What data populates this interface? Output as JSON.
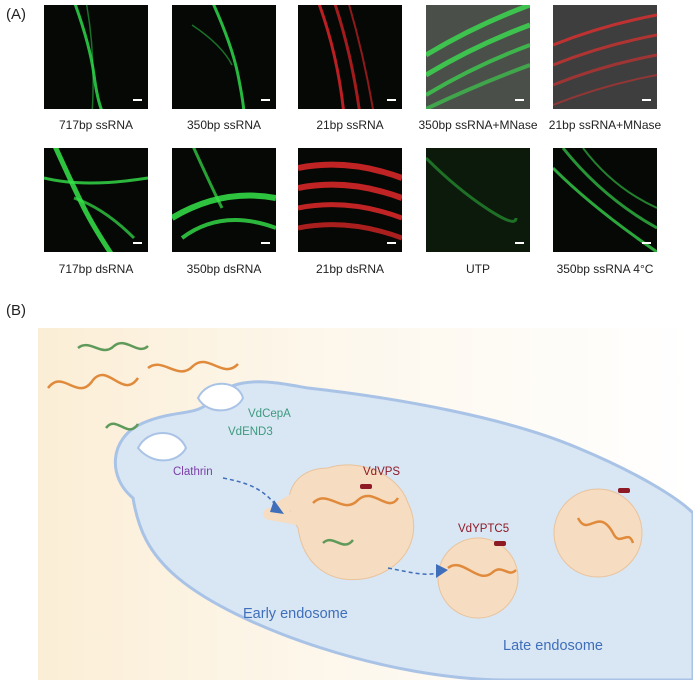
{
  "panel_a": {
    "label": "(A)",
    "images": [
      {
        "caption": "717bp ssRNA",
        "color": "#2ed84a"
      },
      {
        "caption": "350bp ssRNA",
        "color": "#2ed84a"
      },
      {
        "caption": "21bp ssRNA",
        "color": "#e8242a"
      },
      {
        "caption": "350bp ssRNA+MNase",
        "color": "#3be04f"
      },
      {
        "caption": "21bp ssRNA+MNase",
        "color": "#e0302e"
      },
      {
        "caption": "717bp dsRNA",
        "color": "#36e44a"
      },
      {
        "caption": "350bp dsRNA",
        "color": "#36e44a"
      },
      {
        "caption": "21bp dsRNA",
        "color": "#ee2a2a"
      },
      {
        "caption": "UTP",
        "color": "#2eb83c"
      },
      {
        "caption": "350bp ssRNA 4°C",
        "color": "#36d04a"
      }
    ]
  },
  "panel_b": {
    "label": "(B)",
    "labels": {
      "vdcepa": "VdCepA",
      "vdend3": "VdEND3",
      "clathrin": "Clathrin",
      "vdvps": "VdVPS",
      "vdyptc5": "VdYPTC5",
      "early_endosome": "Early endosome",
      "late_endosome": "Late endosome"
    },
    "colors": {
      "green_label": "#3c9a7e",
      "purple_label": "#7a3fa6",
      "dark_red_label": "#8e1a26",
      "blue_label": "#3f6fba",
      "cell": "#d9e6f4",
      "membrane": "#a9c3e6",
      "vesicle": "#f6dcc0",
      "rna_orange": "#e08a3c",
      "rna_green": "#5f9a5a"
    }
  }
}
